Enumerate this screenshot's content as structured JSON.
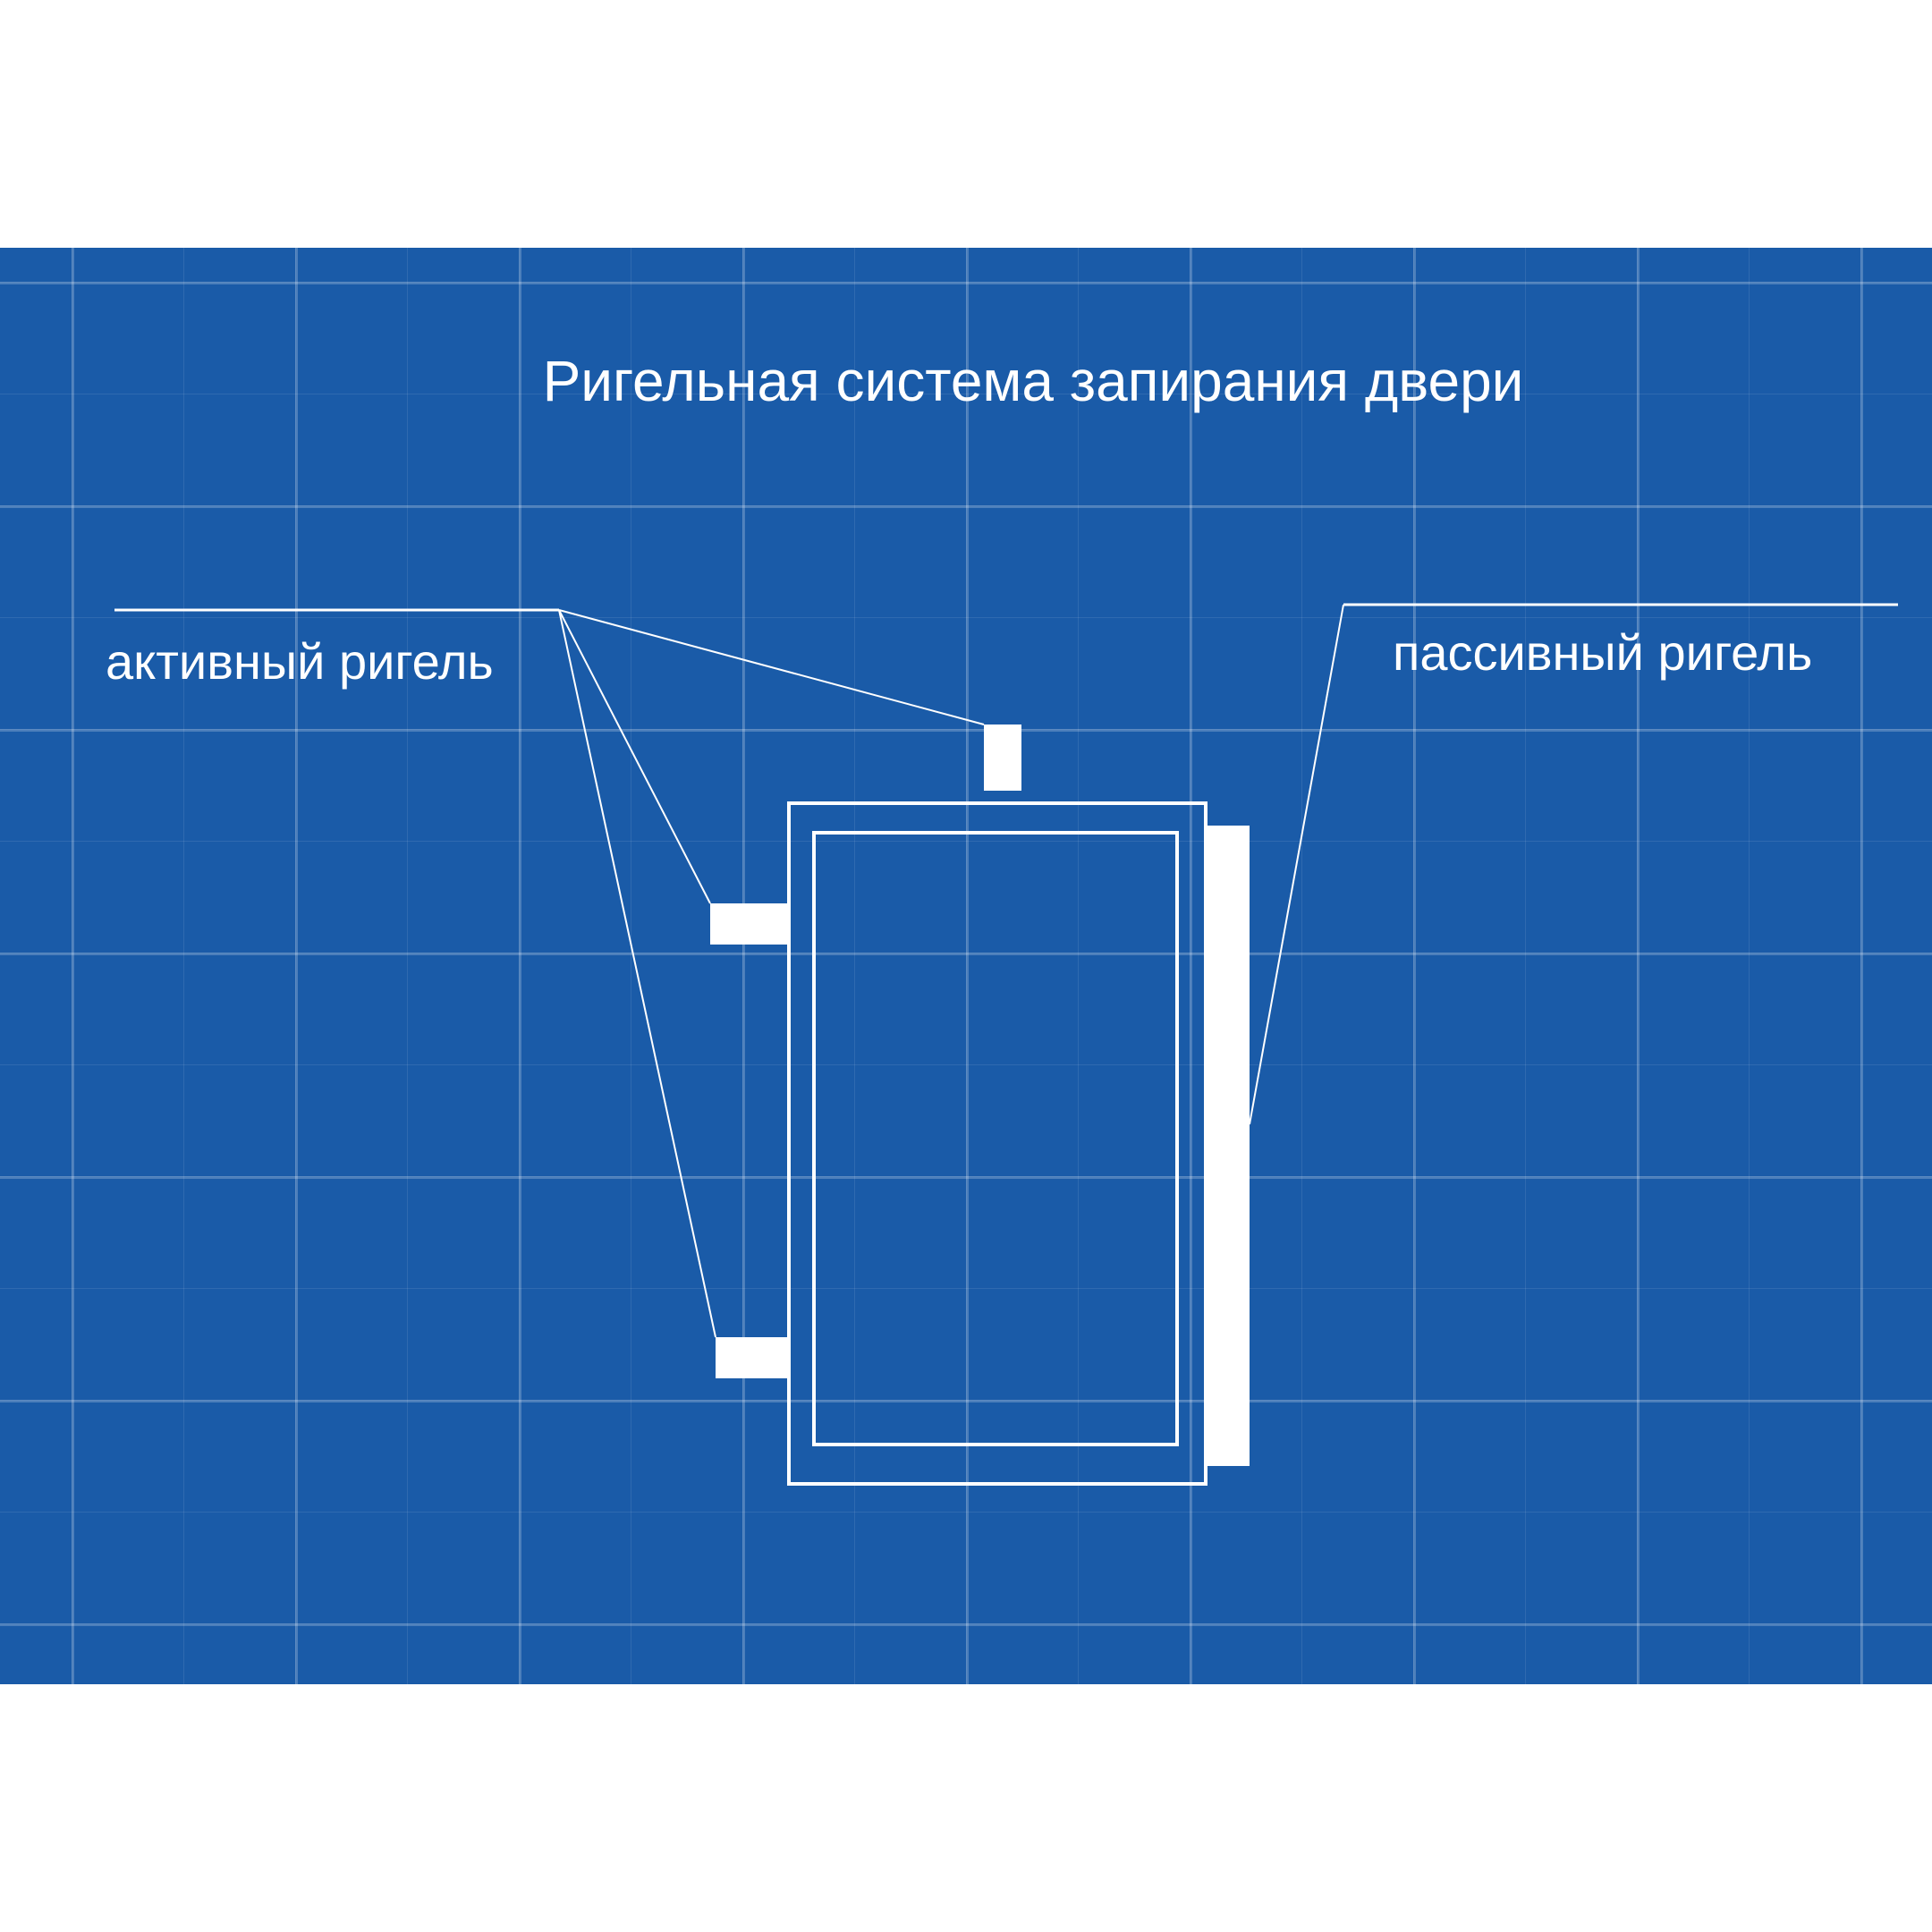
{
  "diagram": {
    "title": "Ригельная система запирания двери",
    "labels": {
      "active_bolt": "активный ригель",
      "passive_bolt": "пассивный ригель"
    },
    "colors": {
      "background": "#1a5ba8",
      "lines": "#ffffff",
      "page": "#ffffff"
    }
  }
}
